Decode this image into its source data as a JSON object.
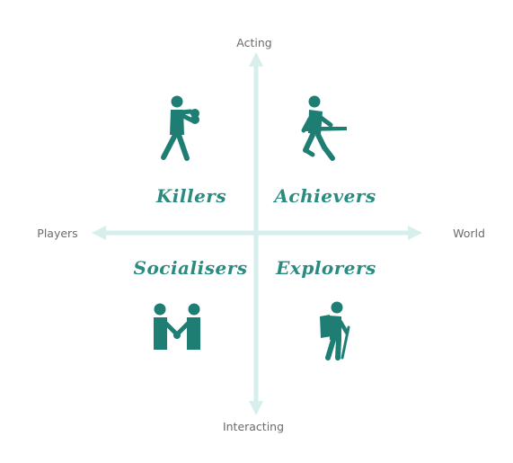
{
  "axes": {
    "top": "Acting",
    "bottom": "Interacting",
    "left": "Players",
    "right": "World"
  },
  "quadrants": {
    "top_left": {
      "label": "Killers",
      "icon": "boxer-icon"
    },
    "top_right": {
      "label": "Achievers",
      "icon": "runner-finish-icon"
    },
    "bottom_left": {
      "label": "Socialisers",
      "icon": "handshake-icon"
    },
    "bottom_right": {
      "label": "Explorers",
      "icon": "hiker-icon"
    }
  },
  "colors": {
    "axis": "#d6efec",
    "accent": "#2a8b80",
    "icon": "#1f7e74",
    "text": "#6b6b6b"
  }
}
